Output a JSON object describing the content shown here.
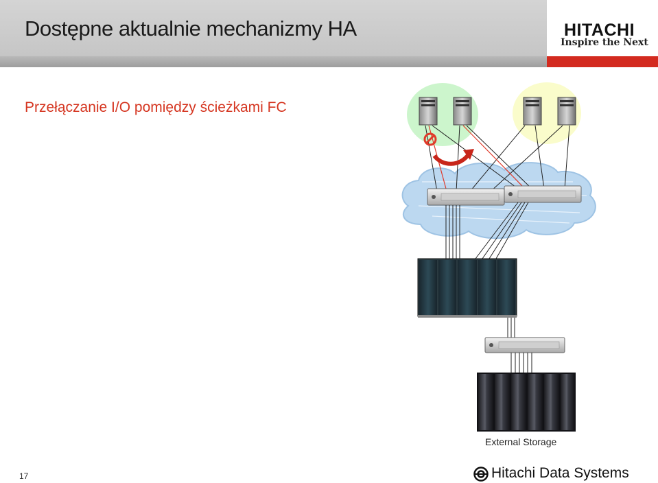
{
  "slide": {
    "title": "Dostępne aktualnie mechanizmy HA",
    "subtitle": "Przełączanie I/O pomiędzy ścieżkami FC",
    "page_number": "17"
  },
  "logo": {
    "brand": "HITACHI",
    "tagline": "Inspire the Next"
  },
  "footer": {
    "company": "Hitachi Data Systems"
  },
  "diagram": {
    "storage_label": "External Storage"
  },
  "colors": {
    "title_text": "#1a1a1a",
    "subtitle_red": "#d53520",
    "accent_red": "#d32a1f",
    "header_gray": "#c6c6c6",
    "cluster_green": "#ccf5cc",
    "cluster_yellow": "#fafccb",
    "san_cloud": "#bcd8f0"
  },
  "icons": [
    "server-icon",
    "fc-switch-icon",
    "storage-array-icon",
    "blocked-path-icon",
    "failover-arrow-icon",
    "san-cloud-icon",
    "hds-logo-icon"
  ]
}
